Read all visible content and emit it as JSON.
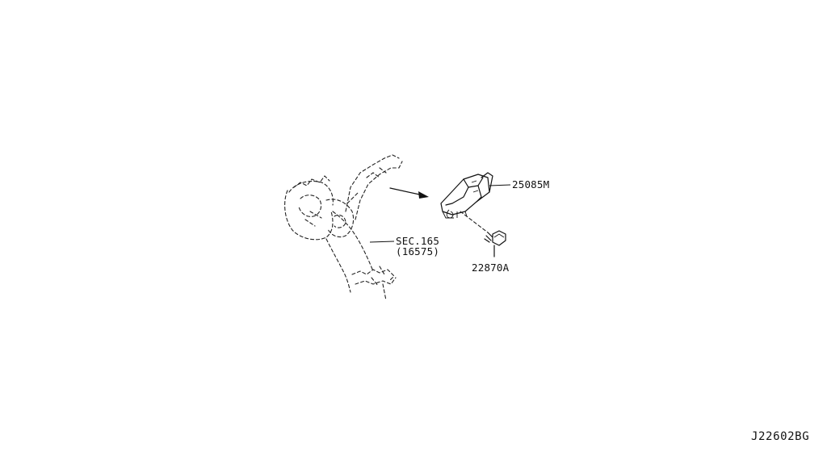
{
  "diagram": {
    "labels": {
      "sec_ref": "SEC.165",
      "sec_ref_sub": "(16575)",
      "sensor_part": "25085M",
      "bolt_part": "22870A",
      "diagram_code": "J22602BG"
    }
  }
}
